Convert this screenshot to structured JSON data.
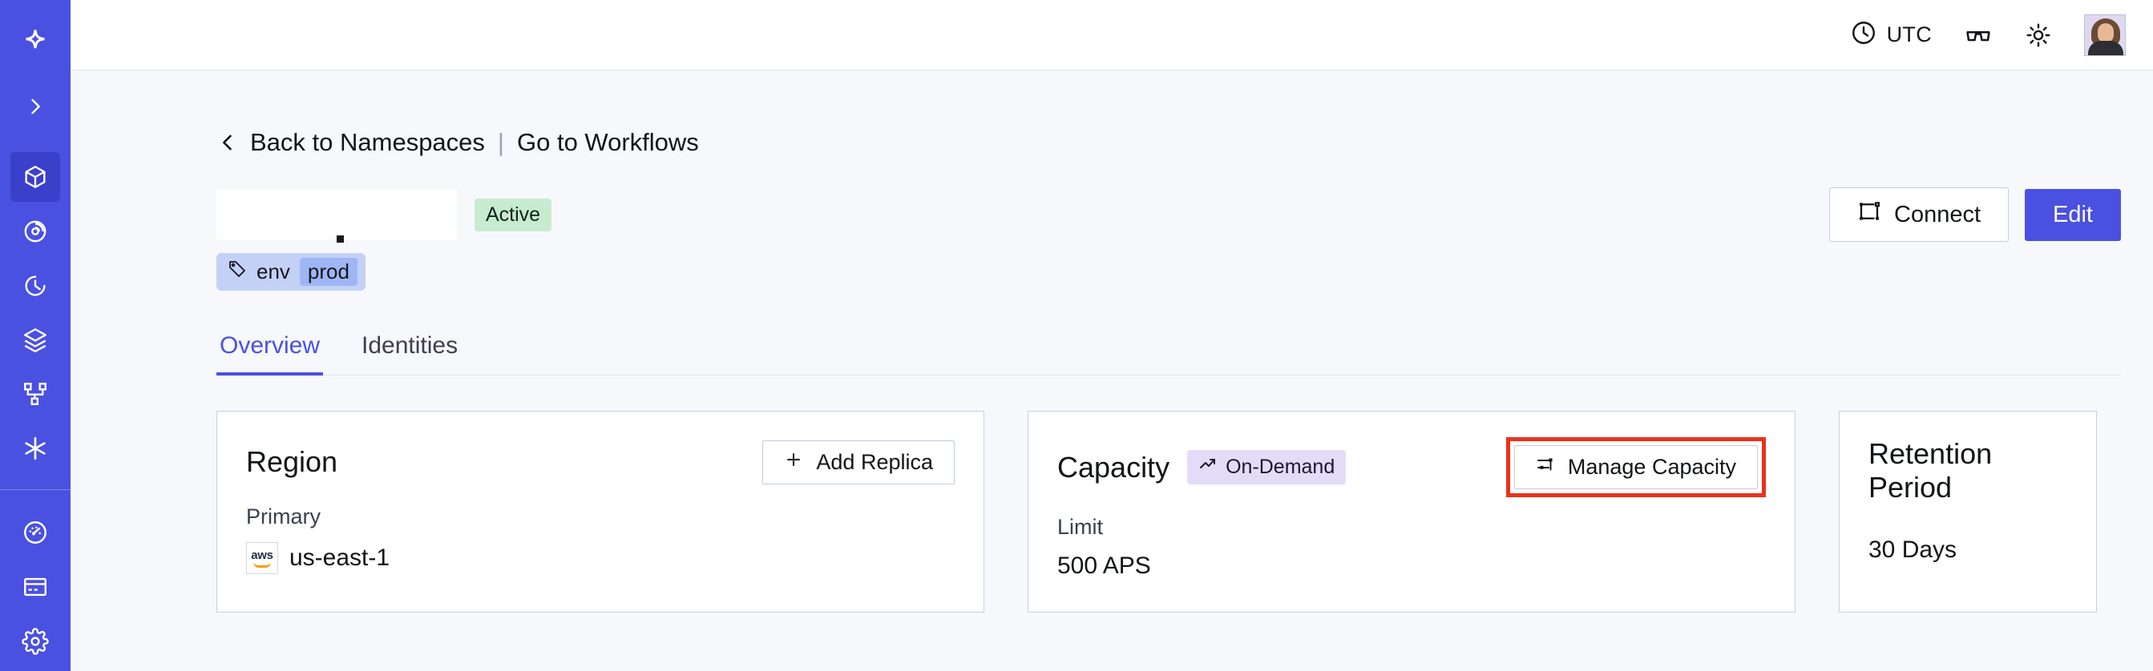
{
  "sidebar": {
    "logo_icon": "temporal-star-logo",
    "expand_icon": "chevron-right-icon",
    "items": [
      {
        "name": "namespaces",
        "icon": "cube-icon",
        "active": true
      },
      {
        "name": "observability",
        "icon": "radar-eye-icon",
        "active": false
      },
      {
        "name": "history",
        "icon": "timer-icon",
        "active": false
      },
      {
        "name": "layers",
        "icon": "layers-icon",
        "active": false
      },
      {
        "name": "workflows",
        "icon": "git-branch-icon",
        "active": false
      },
      {
        "name": "integrations",
        "icon": "asterisk-icon",
        "active": false
      }
    ],
    "bottom_items": [
      {
        "name": "usage",
        "icon": "gauge-icon"
      },
      {
        "name": "billing",
        "icon": "credit-card-icon"
      },
      {
        "name": "settings",
        "icon": "gear-icon"
      }
    ]
  },
  "topbar": {
    "timezone_label": "UTC",
    "timezone_icon": "clock-icon",
    "reading_icon": "glasses-icon",
    "theme_icon": "sun-icon",
    "avatar_icon": "user-avatar"
  },
  "breadcrumb": {
    "back_icon": "chevron-left-icon",
    "back_label": "Back to Namespaces",
    "separator": "|",
    "forward_label": "Go to Workflows"
  },
  "header": {
    "namespace_title": "",
    "status_badge": "Active",
    "tag": {
      "icon": "tag-icon",
      "key": "env",
      "value": "prod"
    },
    "connect_label": "Connect",
    "connect_icon": "connector-icon",
    "edit_label": "Edit"
  },
  "tabs": [
    {
      "label": "Overview",
      "active": true
    },
    {
      "label": "Identities",
      "active": false
    }
  ],
  "cards": {
    "region": {
      "title": "Region",
      "action_label": "Add Replica",
      "action_icon": "plus-icon",
      "sub_label": "Primary",
      "provider_icon": "aws-logo",
      "value": "us-east-1"
    },
    "capacity": {
      "title": "Capacity",
      "badge_label": "On-Demand",
      "badge_icon": "trending-up-icon",
      "action_label": "Manage Capacity",
      "action_icon": "sliders-icon",
      "action_highlighted": true,
      "sub_label": "Limit",
      "value": "500 APS"
    },
    "retention": {
      "title": "Retention Period",
      "value": "30 Days"
    }
  },
  "colors": {
    "sidebar": "#4a50e0",
    "sidebar_active": "#3a40c9",
    "accent": "#4a50e0",
    "background": "#f7f8fb",
    "status_active_bg": "#c8ebd0",
    "badge_ondemand_bg": "#e3dcf9",
    "tag_bg": "#c3d1f7",
    "annotation_red": "#e8331c"
  }
}
